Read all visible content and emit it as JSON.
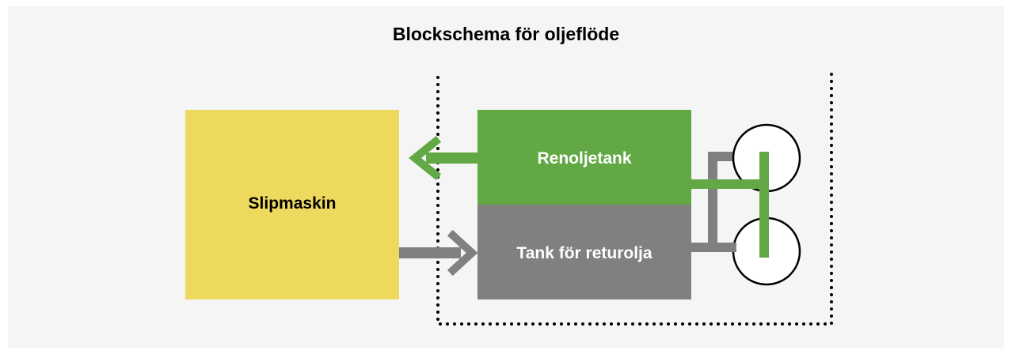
{
  "title": "Blockschema för oljeflöde",
  "blocks": {
    "grinder": "Slipmaskin",
    "clean_oil_tank": "Renoljetank",
    "return_oil_tank": "Tank för returolja"
  },
  "colors": {
    "background": "#f5f5f5",
    "grinder": "#eed95f",
    "clean_oil": "#62a844",
    "return_oil": "#808080",
    "outline": "#000000"
  }
}
